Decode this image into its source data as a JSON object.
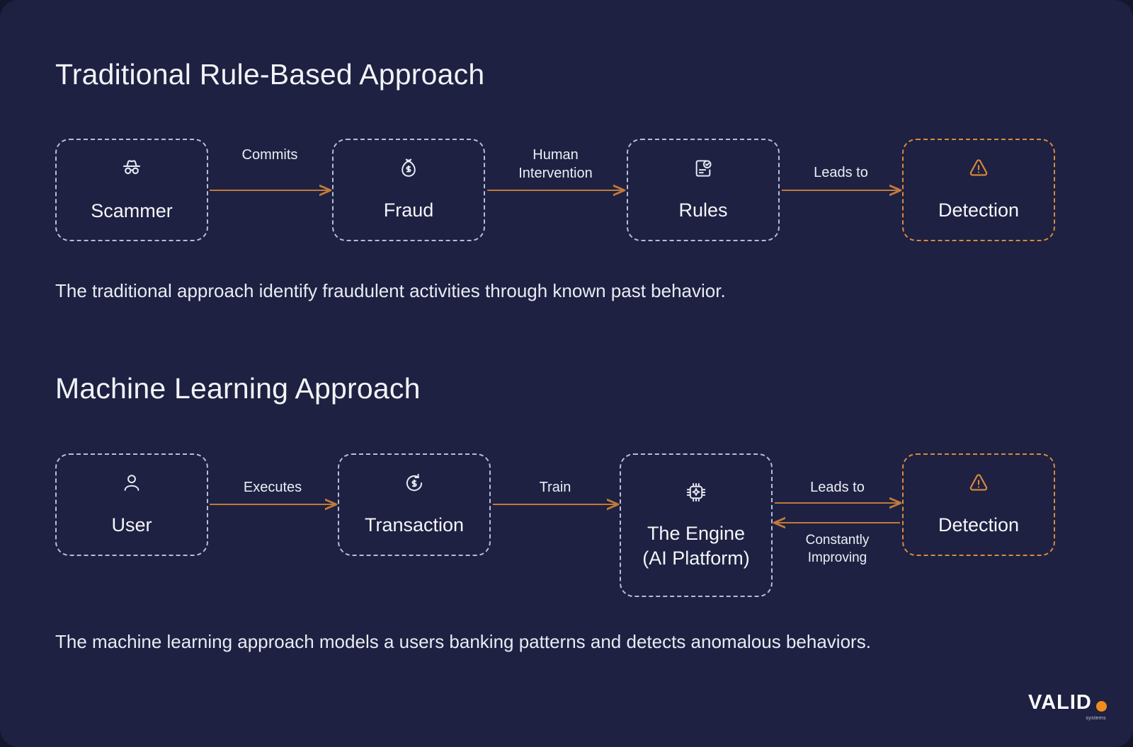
{
  "theme": {
    "background": "#1e2141",
    "outer_background": "#14162b",
    "node_border": "#b9bdd4",
    "accent": "#d98a3e",
    "arrow": "#c07a3c",
    "text": "#f4f5fa"
  },
  "sections": [
    {
      "title": "Traditional Rule-Based Approach",
      "caption": "The traditional approach identify fraudulent activities through known past behavior.",
      "nodes": [
        {
          "label": "Scammer",
          "icon": "incognito-icon"
        },
        {
          "label": "Fraud",
          "icon": "money-bag-icon"
        },
        {
          "label": "Rules",
          "icon": "document-check-icon"
        },
        {
          "label": "Detection",
          "icon": "alert-triangle-icon",
          "accent": true
        }
      ],
      "connectors": [
        {
          "label": "Commits",
          "direction": "right"
        },
        {
          "label": "Human\nIntervention",
          "direction": "right"
        },
        {
          "label": "Leads to",
          "direction": "right"
        }
      ]
    },
    {
      "title": "Machine Learning Approach",
      "caption": "The machine learning approach models a users banking patterns and detects anomalous behaviors.",
      "nodes": [
        {
          "label": "User",
          "icon": "user-icon"
        },
        {
          "label": "Transaction",
          "icon": "dollar-refresh-icon"
        },
        {
          "label": "The Engine\n(AI Platform)",
          "icon": "cpu-chip-icon"
        },
        {
          "label": "Detection",
          "icon": "alert-triangle-icon",
          "accent": true
        }
      ],
      "connectors": [
        {
          "label": "Executes",
          "direction": "right"
        },
        {
          "label": "Train",
          "direction": "right"
        },
        {
          "label": "Leads to",
          "direction": "right"
        },
        {
          "label": "Constantly\nImproving",
          "direction": "left"
        }
      ]
    }
  ],
  "logo": {
    "word": "VALID",
    "subtitle": "systems",
    "dot_color": "#f08c1e"
  }
}
